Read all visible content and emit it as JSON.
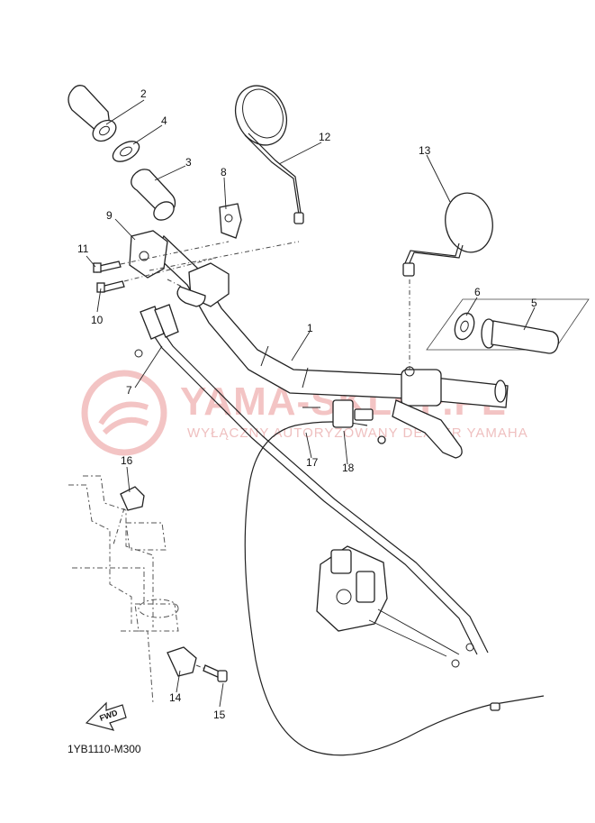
{
  "watermark": {
    "brand": "YAMA-SKLEP.PL",
    "tagline": "WYŁĄCZNY AUTORYZOWANY DEALER YAMAHA"
  },
  "diagram_code": "1YB1110-M300",
  "fwd_label": "FWD",
  "callouts": [
    "1",
    "2",
    "3",
    "4",
    "5",
    "6",
    "7",
    "8",
    "9",
    "10",
    "11",
    "12",
    "13",
    "14",
    "15",
    "16",
    "17",
    "18"
  ]
}
